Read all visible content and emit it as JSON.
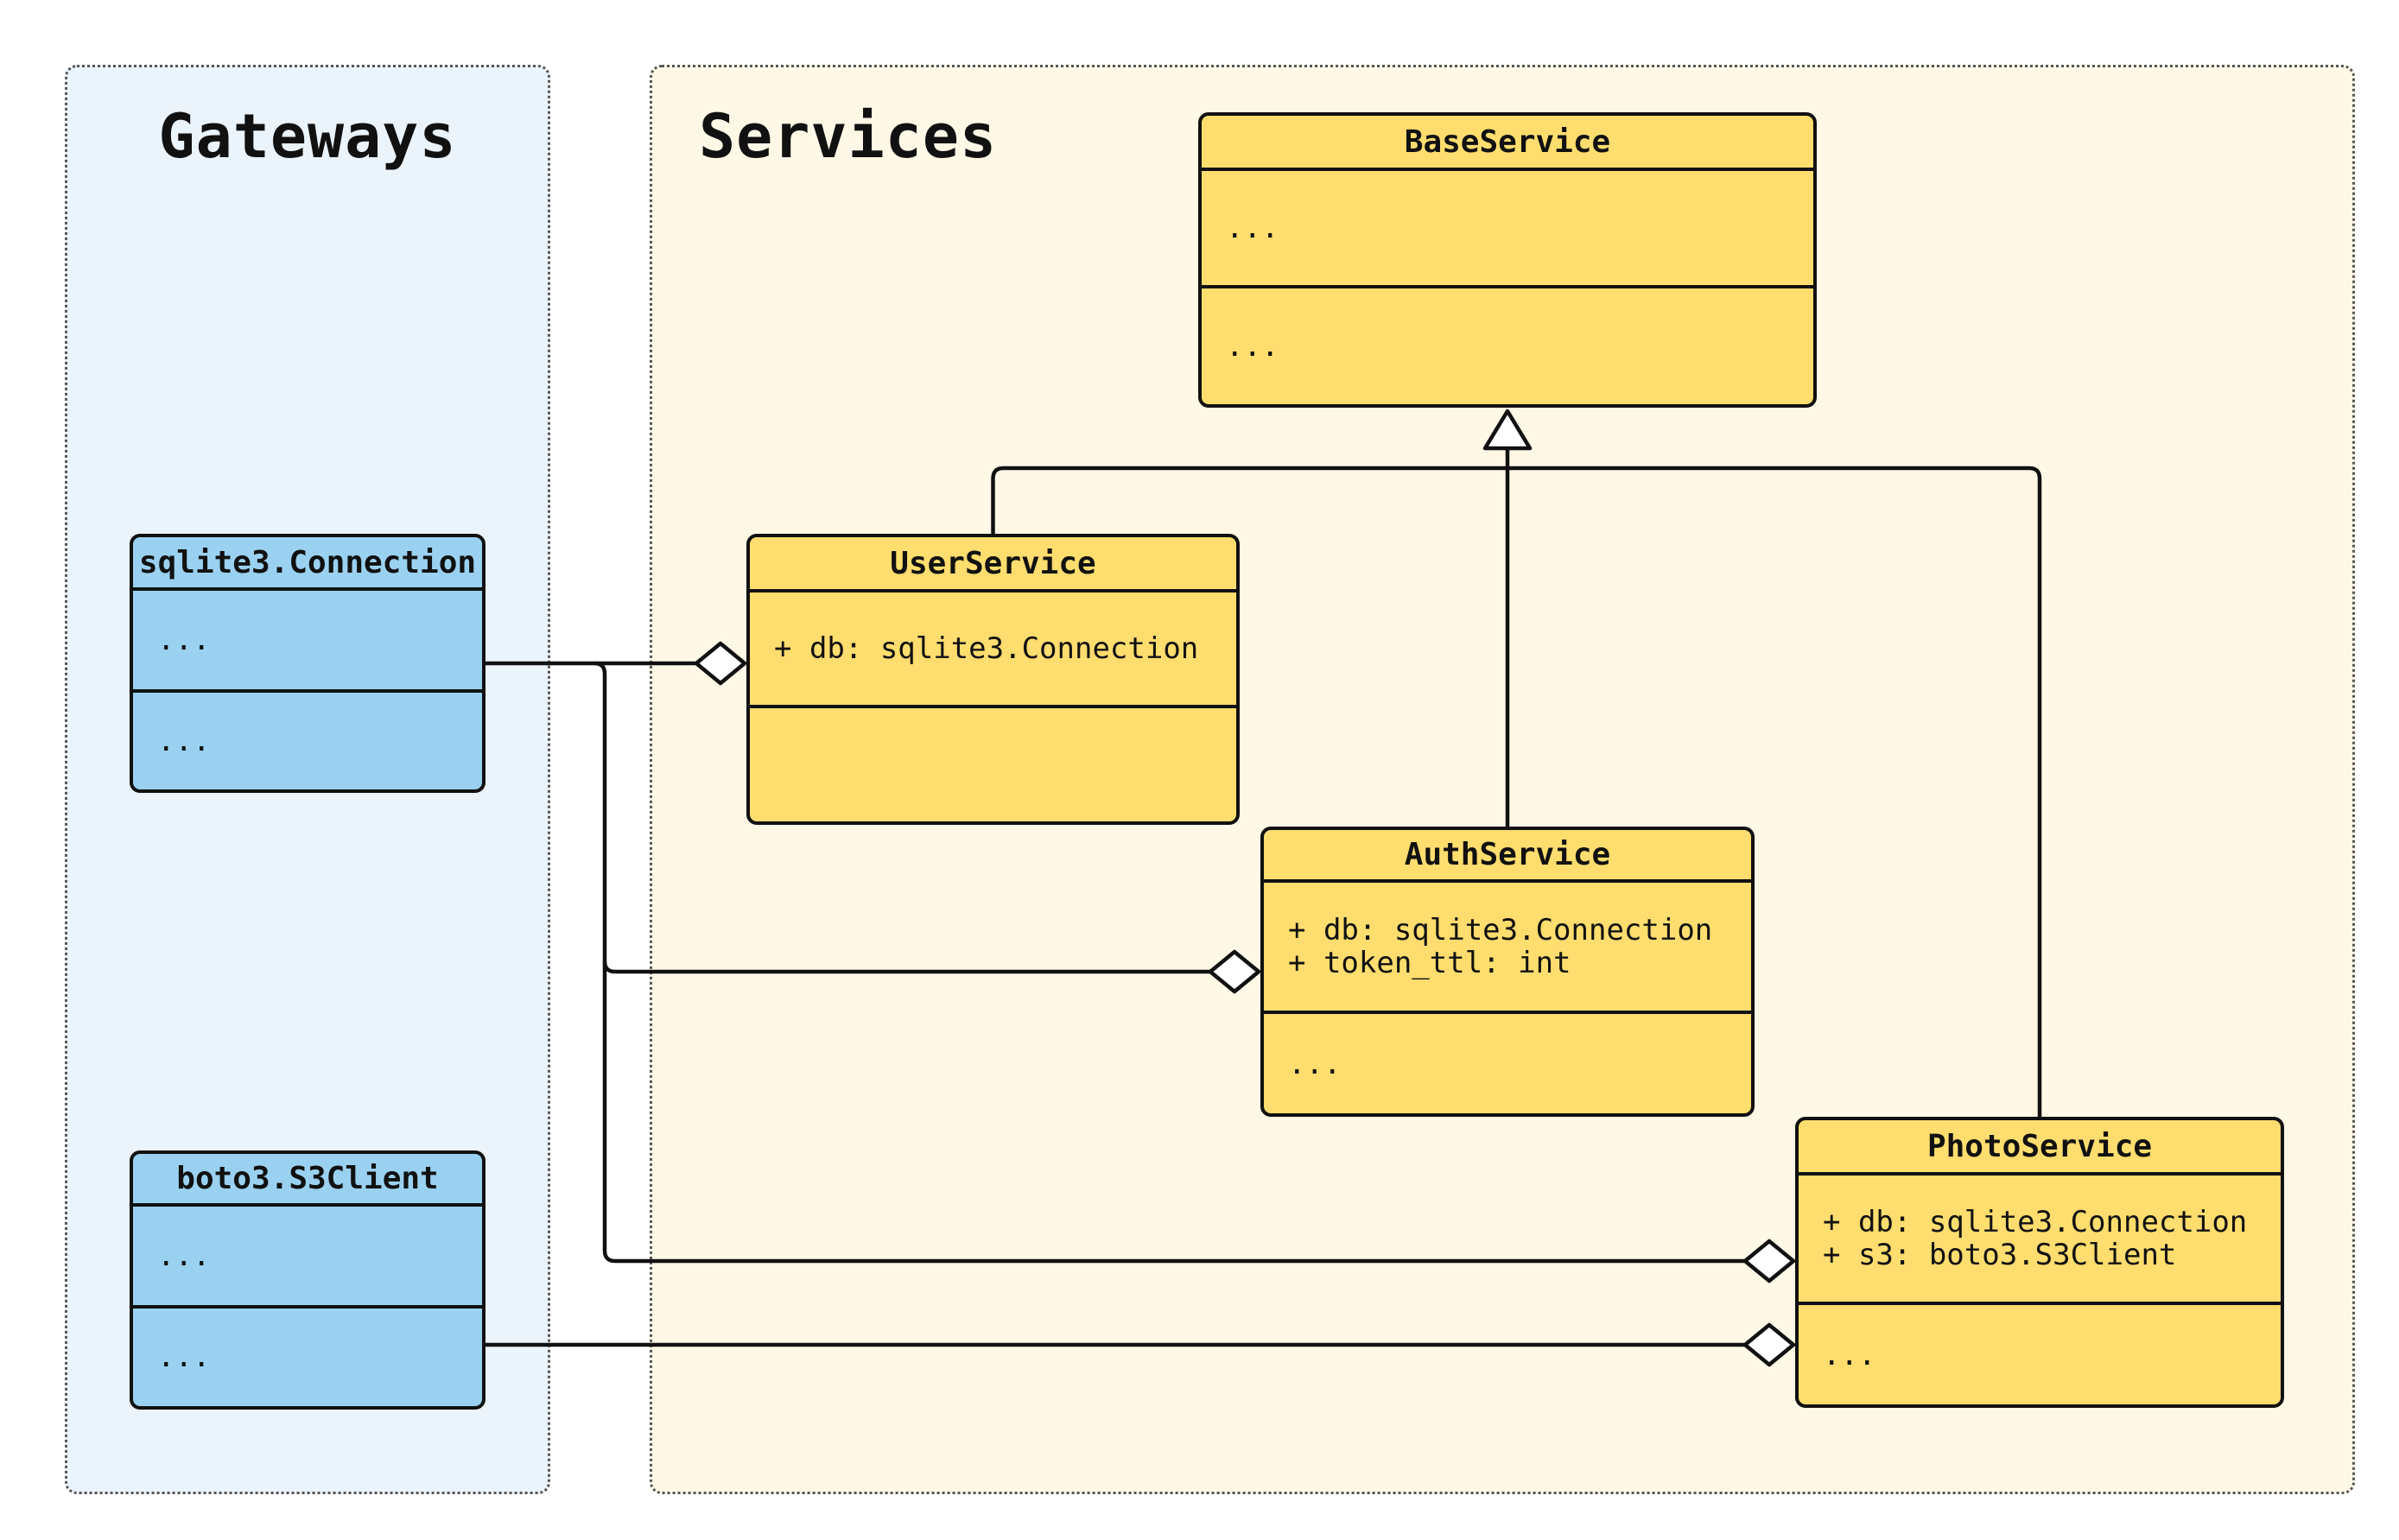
{
  "diagram_title": "",
  "panels": {
    "gateways": {
      "title": "Gateways",
      "bg": "#EBF3FB"
    },
    "services": {
      "title": "Services",
      "bg": "#FFF8E7"
    }
  },
  "classes": {
    "base": {
      "title": "BaseService",
      "attr1": "...",
      "method1": "..."
    },
    "user": {
      "title": "UserService",
      "attr1": "+ db: sqlite3.Connection"
    },
    "auth": {
      "title": "AuthService",
      "attr1": "+ db: sqlite3.Connection",
      "attr2": "+ token_ttl: int",
      "method1": "..."
    },
    "photo": {
      "title": "PhotoService",
      "attr1": "+ db: sqlite3.Connection",
      "attr2": "+ s3: boto3.S3Client",
      "method1": "..."
    },
    "sqlite": {
      "title": "sqlite3.Connection",
      "attr1": "...",
      "method1": "..."
    },
    "boto": {
      "title": "boto3.S3Client",
      "attr1": "...",
      "method1": "..."
    }
  },
  "relations": [
    {
      "from": "UserService",
      "to": "BaseService",
      "type": "inheritance"
    },
    {
      "from": "AuthService",
      "to": "BaseService",
      "type": "inheritance"
    },
    {
      "from": "PhotoService",
      "to": "BaseService",
      "type": "inheritance"
    },
    {
      "from": "sqlite3.Connection",
      "to": "UserService",
      "type": "aggregation"
    },
    {
      "from": "sqlite3.Connection",
      "to": "AuthService",
      "type": "aggregation"
    },
    {
      "from": "sqlite3.Connection",
      "to": "PhotoService",
      "type": "aggregation"
    },
    {
      "from": "boto3.S3Client",
      "to": "PhotoService",
      "type": "aggregation"
    }
  ],
  "colors": {
    "class_fill_yellow": "#FFDD6E",
    "class_fill_blue": "#9AD1F0",
    "panel_bg_cream": "#FFF8E7",
    "panel_bg_blue": "#EBF3FB",
    "stroke": "#111111",
    "page_bg": "#FFFFFF"
  }
}
